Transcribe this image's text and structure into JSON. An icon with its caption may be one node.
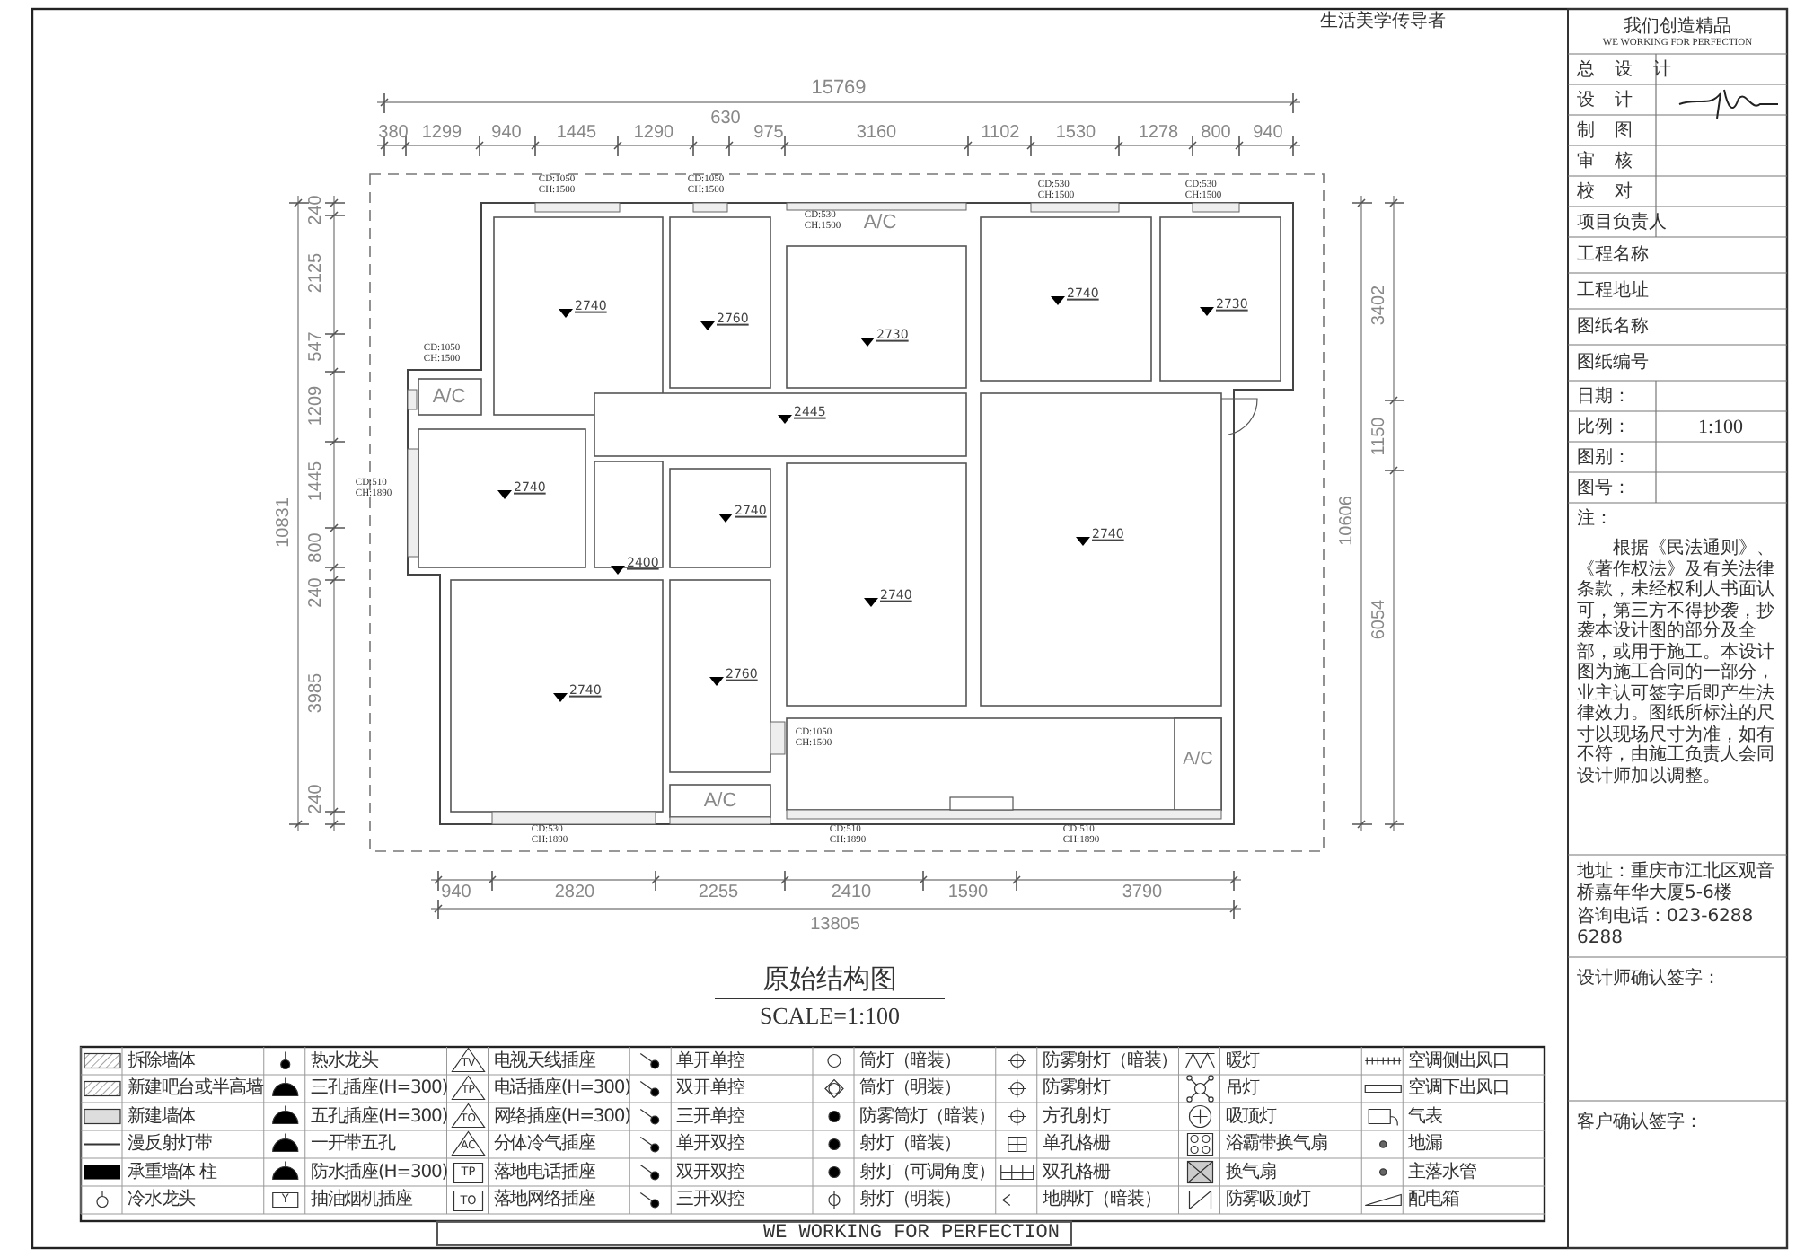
{
  "diagram": {
    "title": "原始结构图",
    "labels": [
      "生活美学传导者",
      "15769",
      "380",
      "1299",
      "940",
      "1445",
      "1290",
      "630",
      "975",
      "3160",
      "1102",
      "1530",
      "1278",
      "800",
      "940",
      "240",
      "2125",
      "547",
      "1209",
      "1445",
      "10831",
      "800",
      "240",
      "3985",
      "240",
      "3402",
      "1150",
      "10606",
      "6054",
      "CD:1050 CH:1500",
      "CD:1050 CH:1500",
      "CD:530 CH:1500",
      "CD:530 CH:1500",
      "CD:530 CH:1500",
      "A/C",
      "2740",
      "2760",
      "2730",
      "2740",
      "2730",
      "CD:1050 CH:1500",
      "A/C",
      "2445",
      "CD:510 CH:1890",
      "2740",
      "2740",
      "2740",
      "2400",
      "2740",
      "2740",
      "2760",
      "CD:1050 CH:1500",
      "A/C",
      "A/C",
      "CD:530 CH:1890",
      "CD:510 CH:1890",
      "CD:510 CH:1890",
      "940",
      "2820",
      "2255",
      "2410",
      "1590",
      "3790",
      "13805",
      "SCALE=1:100",
      "我们创造精品",
      "WE WORKING FOR PERFECTION",
      "总 设 计",
      "设 计",
      "制 图",
      "审 核",
      "校 对",
      "项目负责人",
      "工程名称",
      "工程地址",
      "图纸名称",
      "图纸编号",
      "日期：",
      "比例：",
      "1:100",
      "图别：",
      "图号：",
      "注：",
      "根据《民法通则》、《著作权法》及有关法律条款，未经权利人书面认可，第三方不得抄袭，抄袭本设计图的部分及全部，或用于施工。本设计图为施工合同的一部分，业主认可签字后即产生法律效力。图纸所标注的尺寸以现场尺寸为准，如有不符，由施工负责人会同设计师加以调整。",
      "地址：重庆市江北区观音桥嘉年华大厦5-6楼",
      "咨询电话：023-6288 6288",
      "设计师确认签字：",
      "客户确认签字：",
      "TV",
      "TP",
      "TO",
      "AC",
      "TP",
      "Y",
      "TO",
      "WE WORKING FOR PERFECTION"
    ],
    "legend": [
      {
        "text": "拆除墙体"
      },
      {
        "text": "热水龙头"
      },
      {
        "text": "电视天线插座"
      },
      {
        "text": "单开单控"
      },
      {
        "text": "筒灯（暗装）"
      },
      {
        "text": "防雾射灯（暗装）"
      },
      {
        "text": "暖灯"
      },
      {
        "text": "空调侧出风口"
      },
      {
        "text": "新建吧台或半高墙"
      },
      {
        "text": "三孔插座(H=300)"
      },
      {
        "text": "电话插座(H=300)"
      },
      {
        "text": "双开单控"
      },
      {
        "text": "筒灯（明装）"
      },
      {
        "text": "防雾射灯"
      },
      {
        "text": "吊灯"
      },
      {
        "text": "空调下出风口"
      },
      {
        "text": "新建墙体"
      },
      {
        "text": "五孔插座(H=300)"
      },
      {
        "text": "网络插座(H=300)"
      },
      {
        "text": "三开单控"
      },
      {
        "text": "防雾筒灯（暗装）"
      },
      {
        "text": "方孔射灯"
      },
      {
        "text": "吸顶灯"
      },
      {
        "text": "气表"
      },
      {
        "text": "漫反射灯带"
      },
      {
        "text": "一开带五孔"
      },
      {
        "text": "分体冷气插座"
      },
      {
        "text": "单开双控"
      },
      {
        "text": "射灯（暗装）"
      },
      {
        "text": "单孔格栅"
      },
      {
        "text": "浴霸带换气扇"
      },
      {
        "text": "地漏"
      },
      {
        "text": "承重墙体 柱"
      },
      {
        "text": "防水插座(H=300)"
      },
      {
        "text": "落地电话插座"
      },
      {
        "text": "双开双控"
      },
      {
        "text": "射灯（可调角度）"
      },
      {
        "text": "双孔格栅"
      },
      {
        "text": "换气扇"
      },
      {
        "text": "主落水管"
      },
      {
        "text": "冷水龙头"
      },
      {
        "text": "抽油烟机插座"
      },
      {
        "text": "落地网络插座"
      },
      {
        "text": "三开双控"
      },
      {
        "text": "射灯（明装）"
      },
      {
        "text": "地脚灯（暗装）"
      },
      {
        "text": "防雾吸顶灯"
      },
      {
        "text": "配电箱"
      }
    ]
  }
}
